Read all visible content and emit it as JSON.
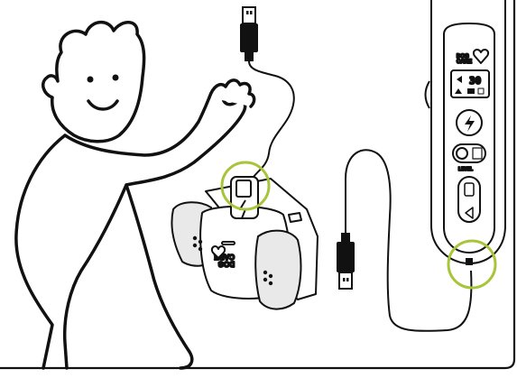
{
  "colors": {
    "line": "#111111",
    "highlight_circle": "#a8c43a",
    "background": "#ffffff",
    "device_shade": "#e9e9e9"
  },
  "receiver": {
    "brand_top": "DOG",
    "brand_bottom": "CARE"
  },
  "remote": {
    "brand_top": "DOG",
    "brand_bottom": "CARE",
    "display_value": "30",
    "level_label": "LEVEL",
    "icons": [
      "heart-logo-icon",
      "battery-icon",
      "lightning-button-icon",
      "level-dial-icon",
      "vibrate-button-icon",
      "sound-button-icon"
    ]
  },
  "illustration": {
    "figure": "cartoon-person-waving",
    "cables": [
      "usb-cable-receiver",
      "usb-cable-remote"
    ]
  }
}
